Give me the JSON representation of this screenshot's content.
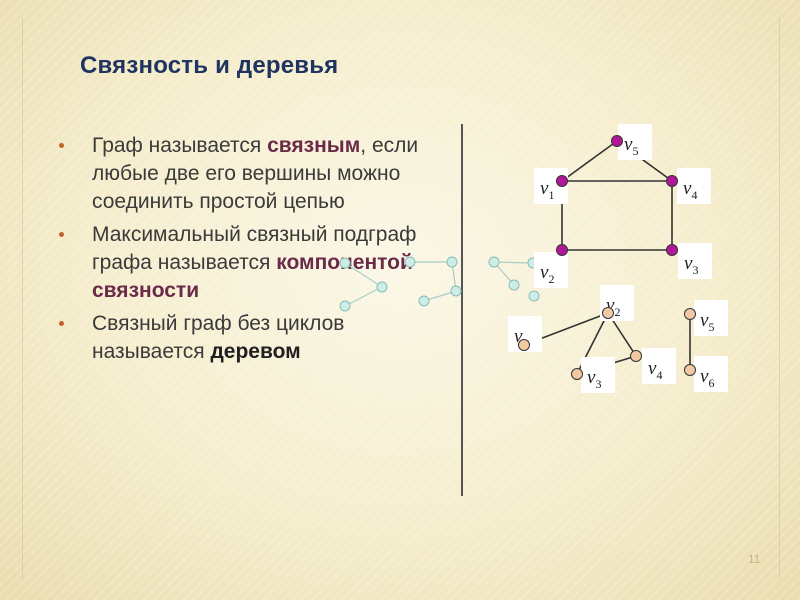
{
  "title": "Связность и деревья",
  "page_number": "11",
  "bullets": [
    {
      "parts": [
        {
          "text": "Граф называется ",
          "style": "normal"
        },
        {
          "text": "связным",
          "style": "bold"
        },
        {
          "text": ", если любые две его вершины можно соединить простой цепью",
          "style": "normal"
        }
      ]
    },
    {
      "parts": [
        {
          "text": "Максимальный связный подграф графа называется ",
          "style": "normal"
        },
        {
          "text": "компонентой связности",
          "style": "bold"
        }
      ]
    },
    {
      "parts": [
        {
          "text": "Связный граф без циклов называется ",
          "style": "normal"
        },
        {
          "text": "деревом",
          "style": "dark"
        }
      ]
    }
  ],
  "colors": {
    "title": "#1f3460",
    "bullet": "#c0632b",
    "vertex_connected": "#b0179a",
    "vertex_components": "#f3c9a4",
    "vertex_decor": "#cdeee7",
    "edge": "#333333"
  },
  "graphs": {
    "connected": {
      "vertices": [
        {
          "id": "v1",
          "name": "v",
          "sub": "1"
        },
        {
          "id": "v2",
          "name": "v",
          "sub": "2"
        },
        {
          "id": "v3",
          "name": "v",
          "sub": "3"
        },
        {
          "id": "v4",
          "name": "v",
          "sub": "4"
        },
        {
          "id": "v5",
          "name": "v",
          "sub": "5"
        }
      ],
      "edges": [
        [
          "v1",
          "v5"
        ],
        [
          "v5",
          "v4"
        ],
        [
          "v1",
          "v4"
        ],
        [
          "v1",
          "v2"
        ],
        [
          "v2",
          "v3"
        ],
        [
          "v3",
          "v4"
        ]
      ]
    },
    "components": {
      "vertices": [
        {
          "id": "v1",
          "name": "v",
          "sub": "1"
        },
        {
          "id": "v2",
          "name": "v",
          "sub": "2"
        },
        {
          "id": "v3",
          "name": "v",
          "sub": "3"
        },
        {
          "id": "v4",
          "name": "v",
          "sub": "4"
        },
        {
          "id": "v5",
          "name": "v",
          "sub": "5"
        },
        {
          "id": "v6",
          "name": "v",
          "sub": "6"
        }
      ],
      "edges": [
        [
          "v1",
          "v2"
        ],
        [
          "v2",
          "v3"
        ],
        [
          "v2",
          "v4"
        ],
        [
          "v3",
          "v4"
        ],
        [
          "v5",
          "v6"
        ]
      ]
    }
  }
}
